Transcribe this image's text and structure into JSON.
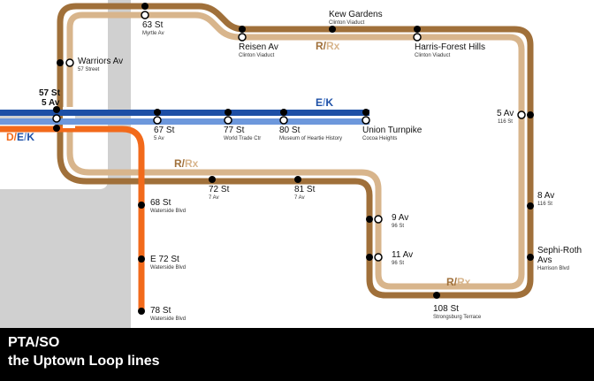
{
  "map_title": {
    "line1": "PTA/SO",
    "line2": "the Uptown Loop lines"
  },
  "colors": {
    "loop_dark": "#a0703a",
    "loop_light": "#d8b58c",
    "blue_dark": "#1d4fa6",
    "blue_light": "#6d98dc",
    "orange": "#f26a1b",
    "gray_area": "#d0d0d0",
    "station_dot": "#000000"
  },
  "line_labels": {
    "loop_top": {
      "r": "R",
      "slash": "/",
      "rx": "Rx"
    },
    "loop_mid": {
      "r": "R",
      "slash": "/",
      "rx": "Rx"
    },
    "loop_bottom": {
      "r": "R",
      "slash": "/",
      "rx": "Rx"
    },
    "blue": {
      "e": "E",
      "slash": "/",
      "k": "K"
    },
    "west": {
      "d": "D",
      "slash1": "/",
      "e": "E",
      "slash2": "/",
      "k": "K"
    }
  },
  "stations": {
    "s57st": {
      "name1": "57 St",
      "name2": "5 Av"
    },
    "warriors": {
      "name": "Warriors Av",
      "sub": "57 Street"
    },
    "myrtle": {
      "name": "63 St",
      "sub": "Myrtle Av"
    },
    "reisen": {
      "name": "Reisen Av",
      "sub": "Clinton Viaduct"
    },
    "kew": {
      "name": "Kew Gardens",
      "sub": "Clinton Viaduct"
    },
    "harris": {
      "name": "Harris-Forest Hills",
      "sub": "Clinton Viaduct"
    },
    "s67": {
      "name": "67 St",
      "sub": "5 Av"
    },
    "s77": {
      "name": "77 St",
      "sub": "World Trade Ctr"
    },
    "s80": {
      "name": "80 St",
      "sub": "Museum of Heartie History"
    },
    "union": {
      "name": "Union Turnpike",
      "sub": "Cocoa Heights"
    },
    "av5": {
      "name": "5 Av",
      "sub": "116 St"
    },
    "s72": {
      "name": "72 St",
      "sub": "7 Av"
    },
    "s81": {
      "name": "81 St",
      "sub": "7 Av"
    },
    "av9": {
      "name": "9 Av",
      "sub": "96 St"
    },
    "av11": {
      "name": "11 Av",
      "sub": "96 St"
    },
    "av8": {
      "name": "8 Av",
      "sub": "116 St"
    },
    "sephi": {
      "name1": "Sephi-Roth",
      "name2": "Avs",
      "sub": "Harrison Blvd"
    },
    "s108": {
      "name": "108 St",
      "sub": "Strongsburg Terrace"
    },
    "s68": {
      "name": "68 St",
      "sub": "Waterside Blvd"
    },
    "e72": {
      "name": "E 72 St",
      "sub": "Waterside Blvd"
    },
    "s78": {
      "name": "78 St",
      "sub": "Waterside Blvd"
    }
  }
}
